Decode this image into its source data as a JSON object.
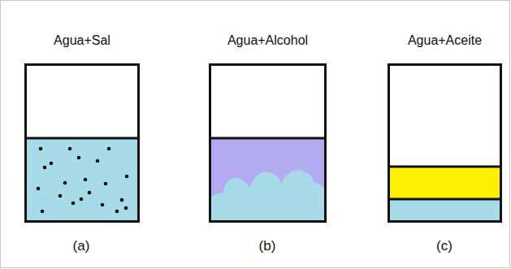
{
  "diagram": {
    "nodes": [
      {
        "text": [
          "Agua+Sal"
        ]
      },
      {
        "text": [
          "Agua+Alcohol"
        ]
      },
      {
        "text": [
          "Agua+Aceite"
        ]
      }
    ],
    "labels": [
      "(a)",
      "(b)",
      "(c)"
    ]
  }
}
